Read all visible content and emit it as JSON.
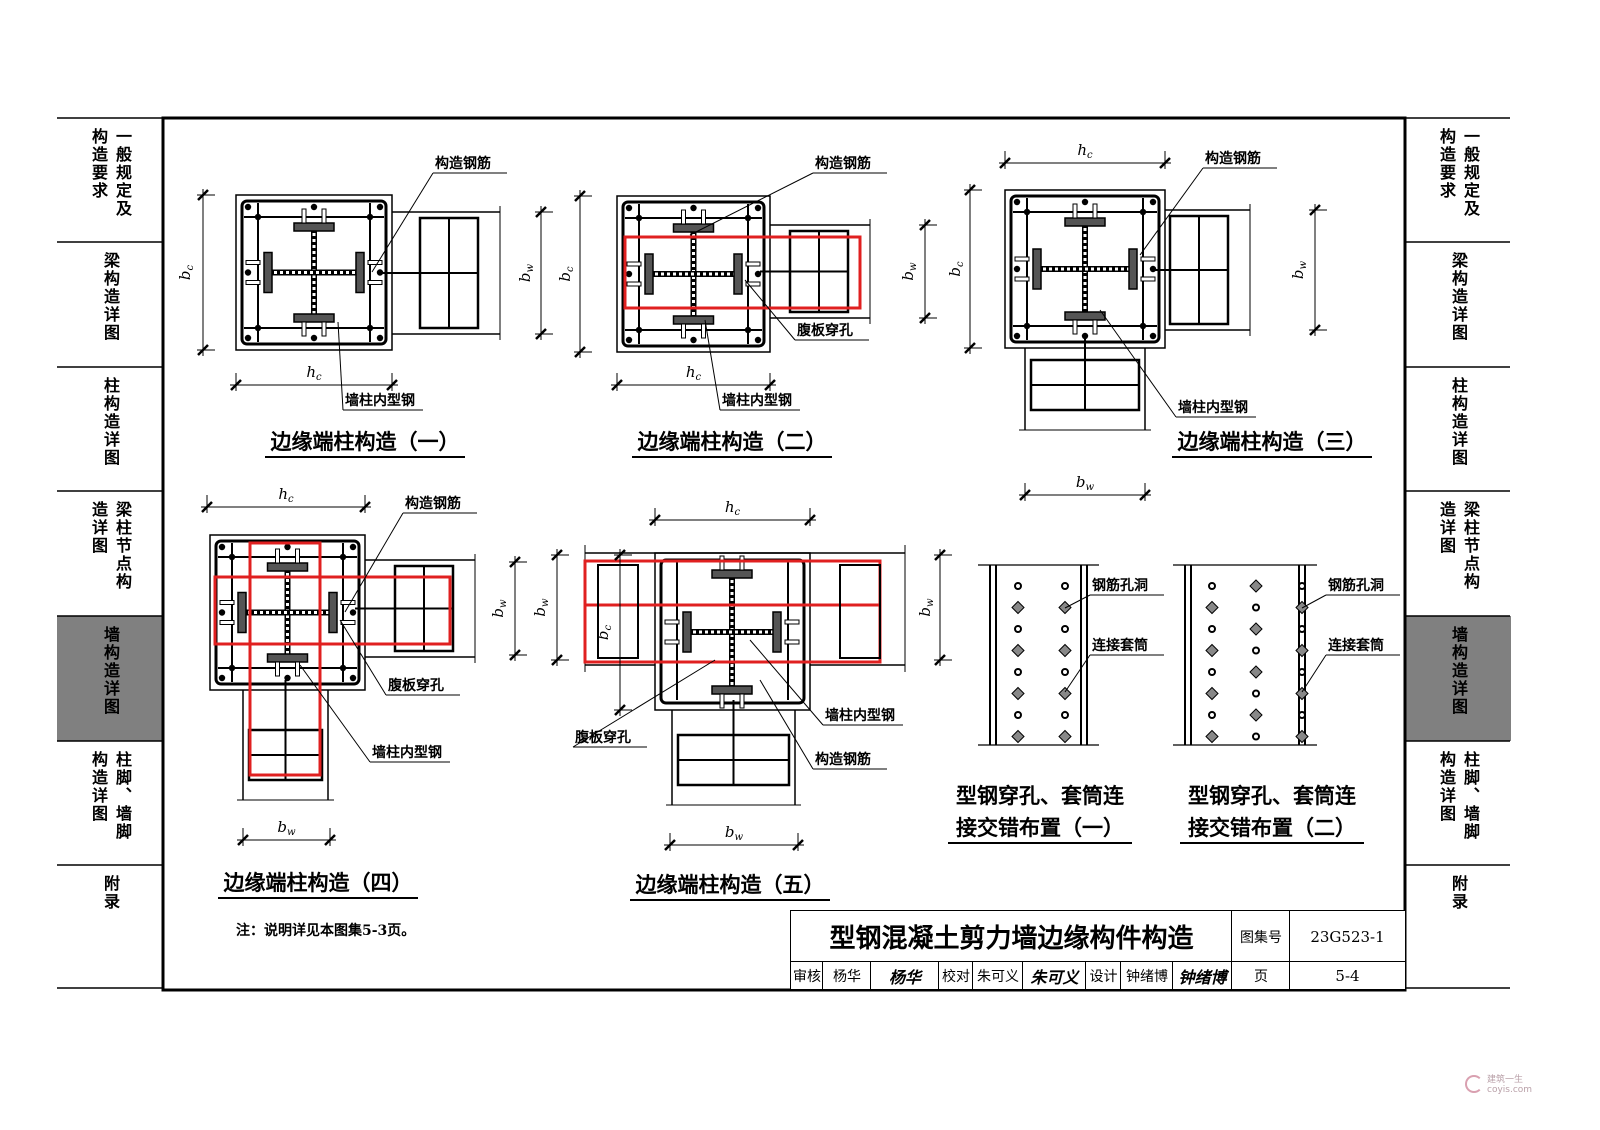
{
  "side_tabs": [
    {
      "label": "一般规定及构造要求",
      "active": false
    },
    {
      "label": "梁构造详图",
      "active": false
    },
    {
      "label": "柱构造详图",
      "active": false
    },
    {
      "label": "梁柱节点构造详图",
      "active": false
    },
    {
      "label": "墙构造详图",
      "active": true
    },
    {
      "label": "柱脚、墙脚构造详图",
      "active": false
    },
    {
      "label": "附录",
      "active": false
    }
  ],
  "dim_labels": {
    "bc": [
      "b",
      "c"
    ],
    "hc": [
      "h",
      "c"
    ],
    "bw": [
      "b",
      "w"
    ]
  },
  "callouts": {
    "rebar": "构造钢筋",
    "steel": "墙柱内型钢",
    "web_hole": "腹板穿孔",
    "rebar_hole": "钢筋孔洞",
    "sleeve": "连接套筒"
  },
  "captions": {
    "c1": "边缘端柱构造（一）",
    "c2": "边缘端柱构造（二）",
    "c3": "边缘端柱构造（三）",
    "c4": "边缘端柱构造（四）",
    "c5": "边缘端柱构造（五）",
    "p1_line1": "型钢穿孔、套筒连",
    "p1_line2": "接交错布置（一）",
    "p2_line1": "型钢穿孔、套筒连",
    "p2_line2": "接交错布置（二）"
  },
  "note": "注：说明详见本图集5-3页。",
  "title_block": {
    "title": "型钢混凝土剪力墙边缘构件构造",
    "atlas_label": "图集号",
    "atlas_no": "23G523-1",
    "review_label": "审核",
    "reviewer": "杨华",
    "check_label": "校对",
    "checker": "朱可义",
    "design_label": "设计",
    "designer": "钟绪博",
    "page_label": "页",
    "page_no": "5-4",
    "signatures": [
      "杨华",
      "朱可义",
      "钟绪博"
    ]
  },
  "watermark": {
    "brand": "建筑一生",
    "site": "coyis.com"
  },
  "colors": {
    "line": "#000000",
    "highlight": "#e02020",
    "active_tab": "#808080",
    "hatch": "#555555"
  }
}
